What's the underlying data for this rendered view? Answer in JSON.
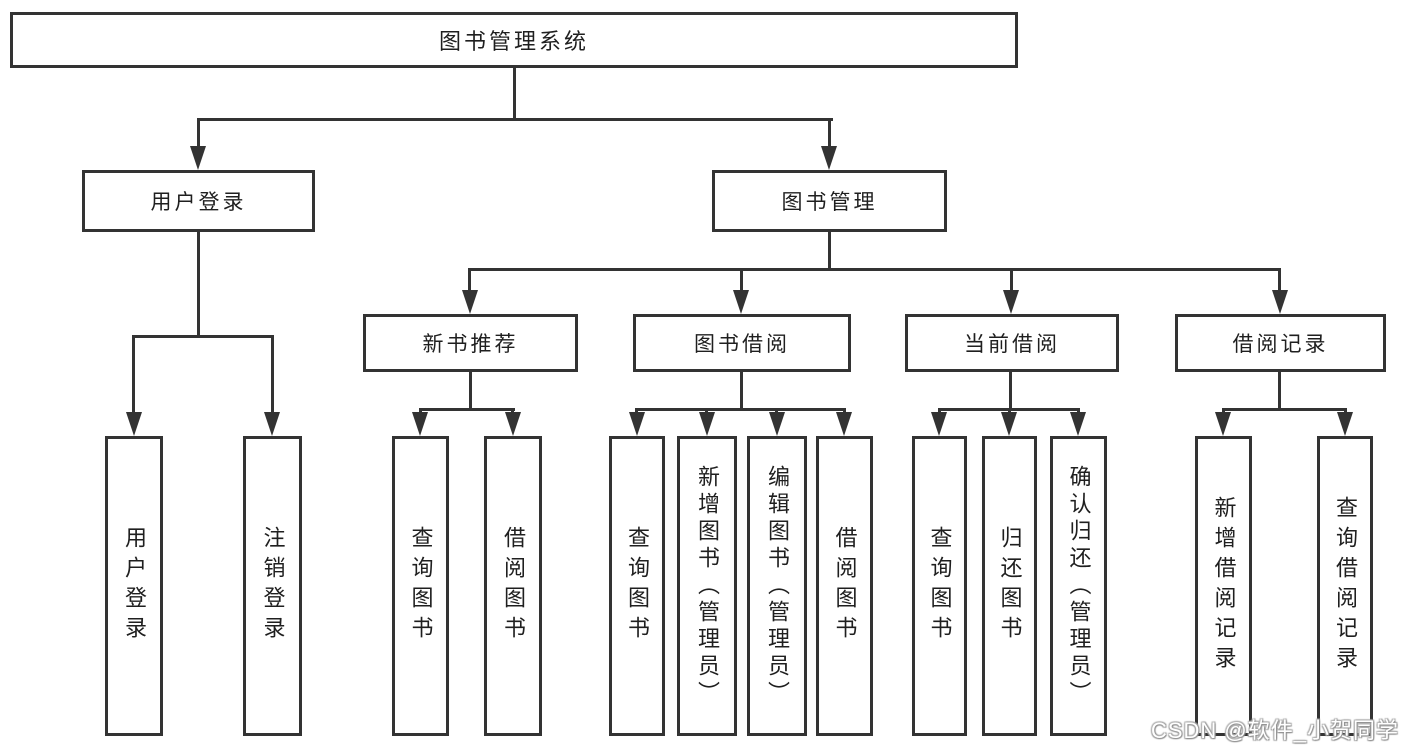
{
  "diagram": {
    "root": {
      "label": "图书管理系统"
    },
    "level2": [
      {
        "label": "用户登录"
      },
      {
        "label": "图书管理"
      }
    ],
    "level3": [
      {
        "label": "新书推荐"
      },
      {
        "label": "图书借阅"
      },
      {
        "label": "当前借阅"
      },
      {
        "label": "借阅记录"
      }
    ],
    "leaves": {
      "userLogin": [
        "用户登录",
        "注销登录"
      ],
      "newBooks": [
        "查询图书",
        "借阅图书"
      ],
      "bookBorrow": [
        "查询图书",
        "新增图书（管理员）",
        "编辑图书（管理员）",
        "借阅图书"
      ],
      "currentBorrow": [
        "查询图书",
        "归还图书",
        "确认归还（管理员）"
      ],
      "borrowRecords": [
        "新增借阅记录",
        "查询借阅记录"
      ]
    }
  },
  "watermark": {
    "text": "CSDN @软件_小贺同学"
  },
  "colors": {
    "line": "#333333",
    "text": "#1f1f1f",
    "background": "#ffffff",
    "watermark_fill": "#ffffff",
    "watermark_outline": "#9a9a9a"
  }
}
